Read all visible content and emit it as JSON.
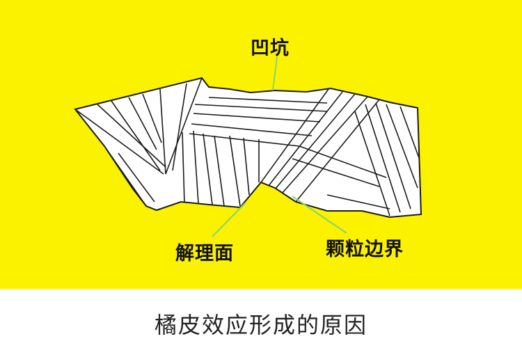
{
  "labels": {
    "pit": "凹坑",
    "cleavage_plane": "解理面",
    "grain_boundary": "颗粒边界"
  },
  "caption": "橘皮效应形成的原因",
  "colors": {
    "background": "#fbf200",
    "crystal_fill": "#ffffff",
    "crystal_line": "#1a1a1a",
    "leader_line": "#8fd06a"
  }
}
